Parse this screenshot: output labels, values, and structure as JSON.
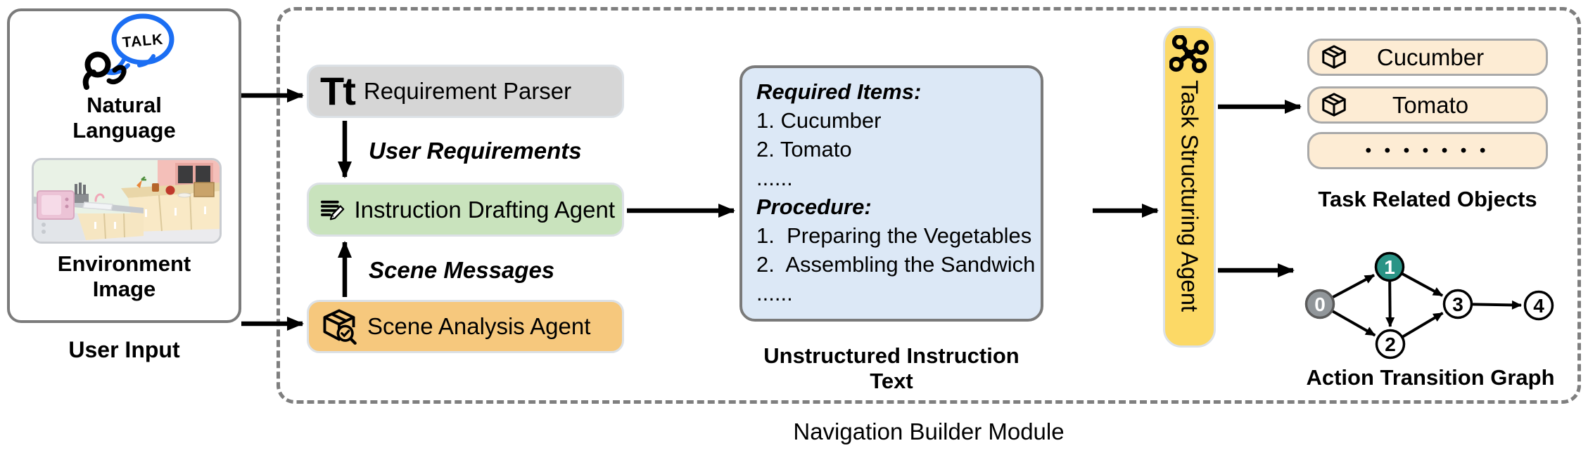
{
  "figure": {
    "user_input": {
      "caption": "User Input",
      "speech_bubble_text": "TALK",
      "natural_language": {
        "line1": "Natural",
        "line2": "Language"
      },
      "environment_image": {
        "line1": "Environment",
        "line2": "Image"
      }
    },
    "module": {
      "caption": "Navigation Builder Module",
      "requirement_parser": {
        "icon_text": "Tt",
        "label": "Requirement Parser"
      },
      "edge_labels": {
        "user_requirements": "User Requirements",
        "scene_messages": "Scene Messages"
      },
      "instruction_drafting_agent": {
        "label": "Instruction Drafting Agent"
      },
      "scene_analysis_agent": {
        "label": "Scene Analysis Agent"
      },
      "unstructured_instruction_text": {
        "caption": "Unstructured Instruction Text",
        "lines": [
          {
            "text": "Required Items:",
            "emphasis": true
          },
          {
            "text": "1. Cucumber",
            "emphasis": false
          },
          {
            "text": "2. Tomato",
            "emphasis": false
          },
          {
            "text": "......",
            "emphasis": false
          },
          {
            "text": "Procedure:",
            "emphasis": true
          },
          {
            "text": "1.  Preparing the Vegetables",
            "emphasis": false
          },
          {
            "text": "2.  Assembling the Sandwich",
            "emphasis": false
          },
          {
            "text": "......",
            "emphasis": false
          }
        ]
      },
      "task_structuring_agent": {
        "label": "Task Structuring Agent"
      },
      "task_related_objects": {
        "caption": "Task Related Objects",
        "items": [
          {
            "label": "Cucumber",
            "icon": "package-icon"
          },
          {
            "label": "Tomato",
            "icon": "package-icon"
          },
          {
            "label": "• • • • • • •",
            "icon": "none"
          }
        ]
      },
      "action_transition_graph": {
        "caption": "Action Transition Graph",
        "nodes": [
          {
            "id": "0",
            "style": "start-gray"
          },
          {
            "id": "1",
            "style": "highlight-teal"
          },
          {
            "id": "2",
            "style": "default-white"
          },
          {
            "id": "3",
            "style": "default-white"
          },
          {
            "id": "4",
            "style": "default-white"
          }
        ],
        "edges": [
          "0->1",
          "0->2",
          "1->2",
          "1->3",
          "2->3",
          "3->4"
        ]
      }
    },
    "colors": {
      "requirement_parser_fill": "#d6d6d6",
      "instruction_drafting_fill": "#c9e3bd",
      "scene_analysis_fill": "#f6c87d",
      "instruction_text_fill": "#dce8f6",
      "task_structuring_fill": "#fcd966",
      "object_item_fill": "#fdecd4",
      "graph_node_start": "#91969a",
      "graph_node_highlight": "#2a9486",
      "speech_bubble_stroke": "#1b6ef3",
      "dashed_border": "#7f7f7f"
    }
  }
}
